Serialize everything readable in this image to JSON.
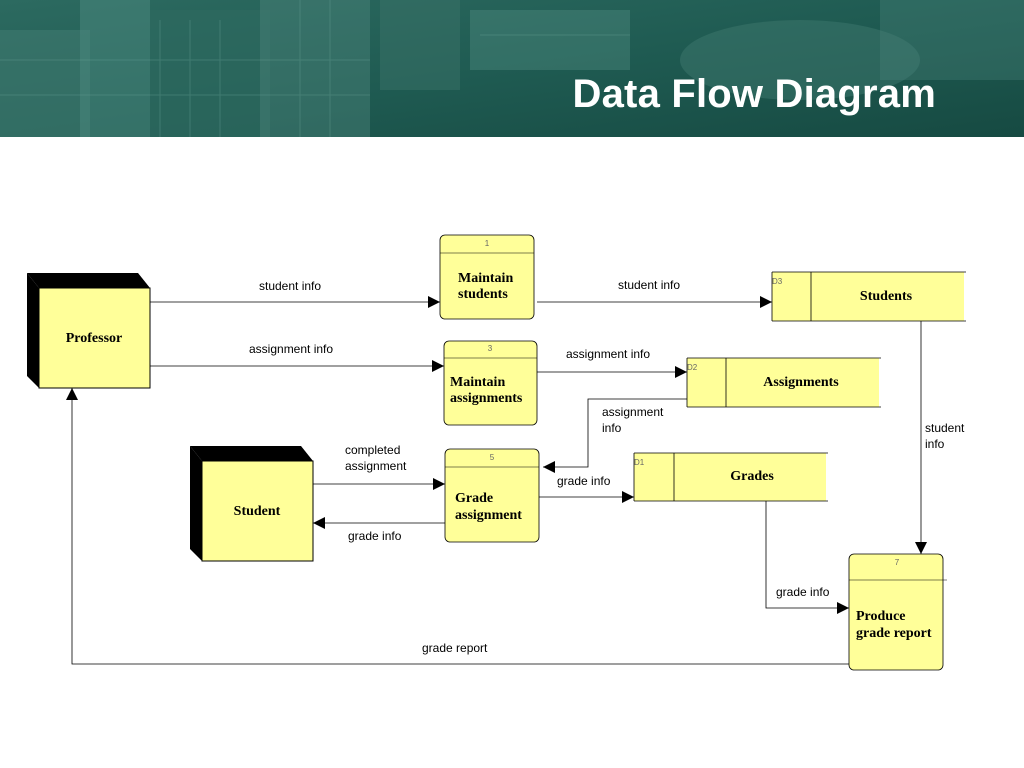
{
  "slide": {
    "title": "Data Flow Diagram",
    "banner_color": "#1f5b52"
  },
  "entities": {
    "professor": "Professor",
    "student": "Student"
  },
  "processes": {
    "p1": {
      "id": "1",
      "line1": "Maintain",
      "line2": "students"
    },
    "p3": {
      "id": "3",
      "line1": "Maintain",
      "line2": "assignments"
    },
    "p5": {
      "id": "5",
      "line1": "Grade",
      "line2": "assignment"
    },
    "p7": {
      "id": "7",
      "line1": "Produce",
      "line2": "grade report"
    }
  },
  "stores": {
    "d3": {
      "id": "D3",
      "name": "Students"
    },
    "d2": {
      "id": "D2",
      "name": "Assignments"
    },
    "d1": {
      "id": "D1",
      "name": "Grades"
    }
  },
  "flows": {
    "prof_to_p1": "student info",
    "p1_to_d3": "student info",
    "prof_to_p3": "assignment info",
    "p3_to_d2": "assignment info",
    "d2_to_p5_line1": "assignment",
    "d2_to_p5_line2": "info",
    "d3_to_p7_line1": "student",
    "d3_to_p7_line2": "info",
    "student_to_p5_line1": "completed",
    "student_to_p5_line2": "assignment",
    "p5_to_d1": "grade info",
    "p5_to_student": "grade info",
    "d1_to_p7": "grade info",
    "p7_to_prof": "grade report"
  },
  "colors": {
    "box_fill": "#ffff99",
    "stroke": "#000000"
  }
}
